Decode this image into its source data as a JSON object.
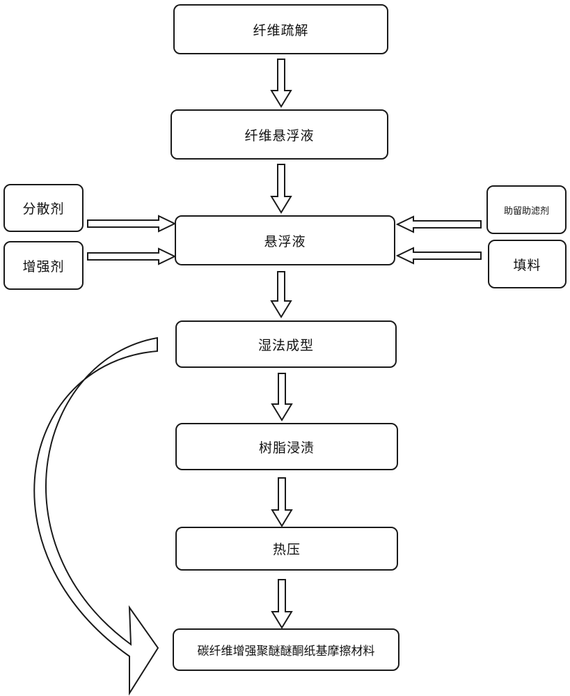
{
  "diagram": {
    "steps": {
      "fiber_dissociation": "纤维疏解",
      "fiber_suspension": "纤维悬浮液",
      "suspension": "悬浮液",
      "wet_forming": "湿法成型",
      "resin_impregnation": "树脂浸渍",
      "hot_press": "热压",
      "product": "碳纤维增强聚醚醚酮纸基摩擦材料"
    },
    "additives": {
      "dispersant": "分散剂",
      "reinforcer": "增强剂",
      "retention_aid": "助留助滤剂",
      "filler": "填料"
    }
  }
}
